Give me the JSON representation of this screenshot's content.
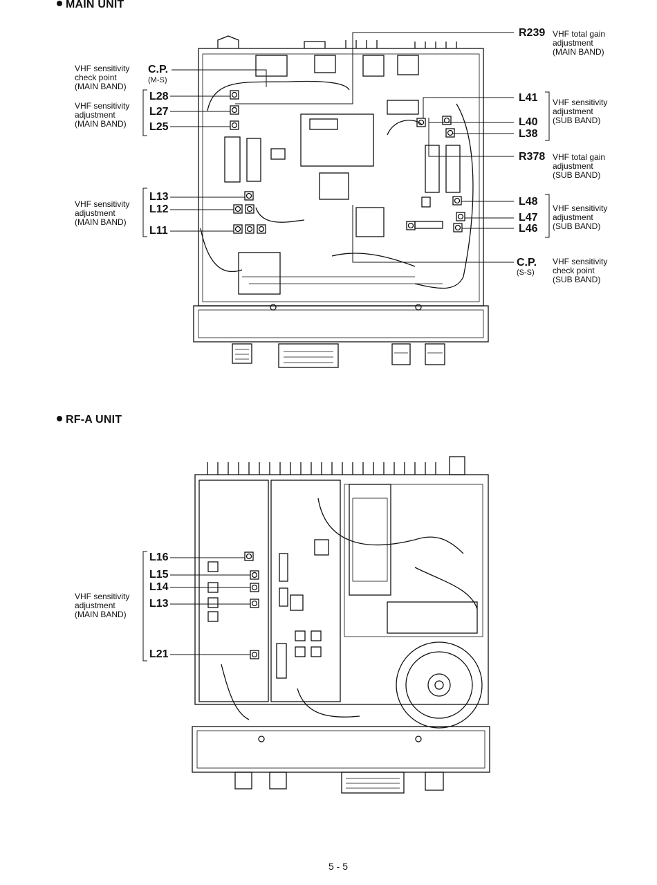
{
  "sections": {
    "main_unit": "MAIN UNIT",
    "rfa_unit": "RF-A UNIT"
  },
  "main_unit": {
    "cp_ms": {
      "label": "C.P.",
      "sub": "(M-S)"
    },
    "cp_ss": {
      "label": "C.P.",
      "sub": "(S-S)"
    },
    "left_labels": [
      "L28",
      "L27",
      "L25",
      "L13",
      "L12",
      "L11"
    ],
    "right_labels": [
      "R239",
      "L41",
      "L40",
      "L38",
      "R378",
      "L48",
      "L47",
      "L46"
    ],
    "desc_check_main": [
      "VHF sensitivity",
      "check point",
      "(MAIN BAND)"
    ],
    "desc_adj_main_top": [
      "VHF sensitivity",
      "adjustment",
      "(MAIN BAND)"
    ],
    "desc_adj_main_mid": [
      "VHF sensitivity",
      "adjustment",
      "(MAIN BAND)"
    ],
    "desc_r239": [
      "VHF total gain",
      "adjustment",
      "(MAIN BAND)"
    ],
    "desc_sub_top": [
      "VHF sensitivity",
      "adjustment",
      "(SUB BAND)"
    ],
    "desc_r378": [
      "VHF total gain",
      "adjustment",
      "(SUB BAND)"
    ],
    "desc_sub_mid": [
      "VHF sensitivity",
      "adjustment",
      "(SUB BAND)"
    ],
    "desc_check_sub": [
      "VHF sensitivity",
      "check point",
      "(SUB BAND)"
    ]
  },
  "rfa_unit": {
    "labels": [
      "L16",
      "L15",
      "L14",
      "L13",
      "L21"
    ],
    "desc_adj_main": [
      "VHF sensitivity",
      "adjustment",
      "(MAIN BAND)"
    ]
  },
  "page_number": "5 - 5"
}
